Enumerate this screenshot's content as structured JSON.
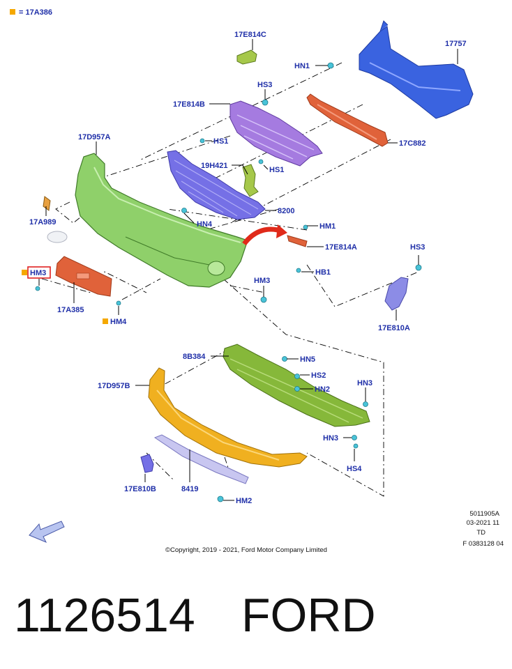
{
  "legend": {
    "marker_color": "#f5a800",
    "text": "= 17A386"
  },
  "labels": {
    "p17E814C": "17E814C",
    "p17757": "17757",
    "pHN1": "HN1",
    "pHS3a": "HS3",
    "p17E814B": "17E814B",
    "p17C882": "17C882",
    "p17D957A": "17D957A",
    "pHS1a": "HS1",
    "p19H421": "19H421",
    "pHS1b": "HS1",
    "p8200": "8200",
    "p17A989": "17A989",
    "pHN4": "HN4",
    "pHM1": "HM1",
    "p17E814A": "17E814A",
    "pHS3b": "HS3",
    "pHB1": "HB1",
    "pHM3a": "HM3",
    "pHM3b": "HM3",
    "p17A385": "17A385",
    "pHM4": "HM4",
    "p17E810A": "17E810A",
    "p8B384": "8B384",
    "pHN5": "HN5",
    "pHS2": "HS2",
    "p17D957B": "17D957B",
    "pHN2": "HN2",
    "pHN3a": "HN3",
    "pHN3b": "HN3",
    "pHS4": "HS4",
    "p17E810B": "17E810B",
    "p8419": "8419",
    "pHM2": "HM2"
  },
  "colors": {
    "bumper_cover": "#8fd06a",
    "reinforcement": "#3a63e0",
    "absorber": "#e0623a",
    "grille_upper": "#a57be0",
    "grille_lower": "#7570e6",
    "lower_shield": "#86b83a",
    "lip_spoiler": "#f0b020",
    "bracket_green": "#8fd06a",
    "fastener": "#49c3d8",
    "highlight_box": "#e02020",
    "arrow": "#e02a1a"
  },
  "meta": {
    "line1": "5011905A",
    "line2": "03-2021 11",
    "line3": "TD",
    "line4": "F 0383128 04"
  },
  "copyright": "©Copyright, 2019 - 2021, Ford Motor Company Limited",
  "part_number": "1126514",
  "brand": "FORD"
}
